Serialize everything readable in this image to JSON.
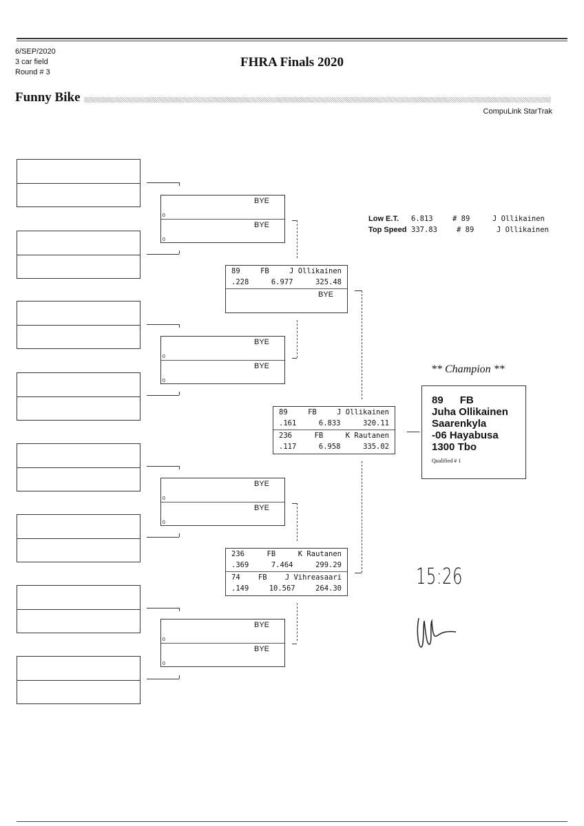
{
  "header": {
    "date": "6/SEP/2020",
    "field": "3 car field",
    "round": "Round # 3",
    "title": "FHRA Finals 2020",
    "class": "Funny Bike",
    "software": "CompuLink StarTrak"
  },
  "stats": {
    "low_et": {
      "label": "Low  E.T.",
      "value": "6.813",
      "car": "# 89",
      "driver": "J Ollikainen"
    },
    "top_speed": {
      "label": "Top Speed",
      "value": "337.83",
      "car": "# 89",
      "driver": "J Ollikainen"
    }
  },
  "round2": [
    {
      "top": "BYE",
      "bottom": "BYE",
      "top_lane": "0",
      "bottom_lane": "0"
    },
    {
      "top": "BYE",
      "bottom": "BYE",
      "top_lane": "0",
      "bottom_lane": "0"
    },
    {
      "top": "BYE",
      "bottom": "BYE",
      "top_lane": "0",
      "bottom_lane": "0"
    },
    {
      "top": "BYE",
      "bottom": "BYE",
      "top_lane": "0",
      "bottom_lane": "0"
    }
  ],
  "round3": [
    {
      "top": {
        "car": "89",
        "cls": "FB",
        "driver": "J Ollikainen",
        "rt": ".228",
        "et": "6.977",
        "mph": "325.48"
      },
      "bottom_bye": "BYE"
    },
    {
      "top": {
        "car": "236",
        "cls": "FB",
        "driver": "K Rautanen",
        "rt": ".369",
        "et": "7.464",
        "mph": "299.29"
      },
      "bottom": {
        "car": "74",
        "cls": "FB",
        "driver": "J Vihreasaari",
        "rt": ".149",
        "et": "10.567",
        "mph": "264.30"
      }
    }
  ],
  "final": {
    "top": {
      "car": "89",
      "cls": "FB",
      "driver": "J Ollikainen",
      "rt": ".161",
      "et": "6.833",
      "mph": "320.11"
    },
    "bottom": {
      "car": "236",
      "cls": "FB",
      "driver": "K Rautanen",
      "rt": ".117",
      "et": "6.958",
      "mph": "335.02"
    }
  },
  "champion": {
    "heading": "** Champion **",
    "line1_car": "89",
    "line1_cls": "FB",
    "name": "Juha Ollikainen",
    "town": "Saarenkyla",
    "bike": "-06 Hayabusa",
    "engine": "1300 Tbo",
    "qualified": "Qualified # 1"
  },
  "handwriting": {
    "time": "15:26",
    "signature": "signature"
  }
}
